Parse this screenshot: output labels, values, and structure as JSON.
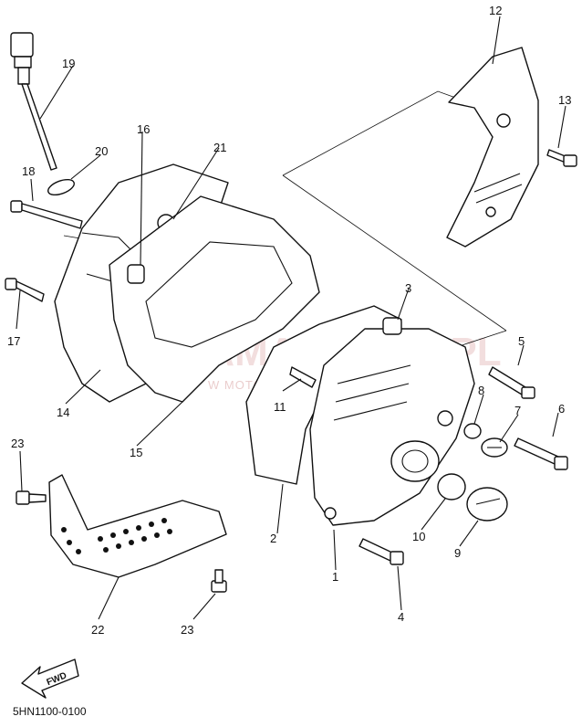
{
  "diagram": {
    "callouts": [
      "1",
      "2",
      "3",
      "4",
      "5",
      "6",
      "7",
      "8",
      "9",
      "10",
      "11",
      "12",
      "13",
      "14",
      "15",
      "16",
      "17",
      "18",
      "19",
      "20",
      "21",
      "22",
      "23",
      "23"
    ],
    "fwd_label": "FWD",
    "footer_code": "5HN1100-0100",
    "watermark": {
      "brand": "YAMA-SKLEP.PL",
      "tagline": "W MOTOCHOWAZ DEALER YAMAHA"
    }
  }
}
